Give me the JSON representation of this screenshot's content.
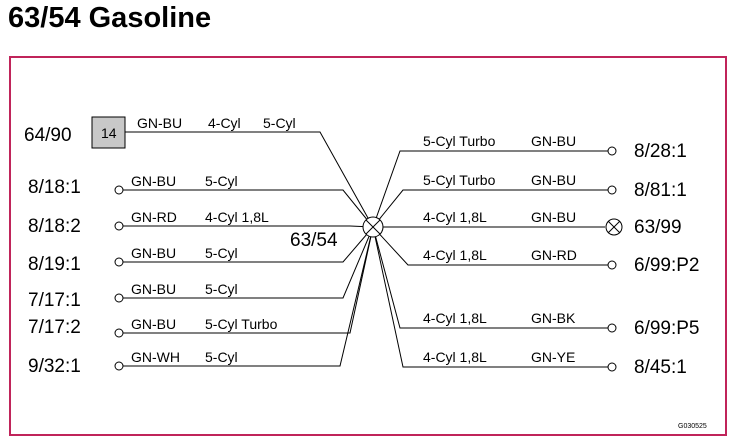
{
  "title": "63/54 Gasoline",
  "colors": {
    "frame": "#c0245a",
    "connector_fill": "#c8c8c8",
    "line": "#000000"
  },
  "splice": {
    "label": "63/54"
  },
  "connector": {
    "terminal": "64/90",
    "pin": "14",
    "wire": [
      "GN-BU",
      "4-Cyl",
      "5-Cyl"
    ]
  },
  "left_wires": [
    {
      "terminal": "8/18:1",
      "wire": [
        "GN-BU",
        "5-Cyl"
      ]
    },
    {
      "terminal": "8/18:2",
      "wire": [
        "GN-RD",
        "4-Cyl 1,8L"
      ]
    },
    {
      "terminal": "8/19:1",
      "wire": [
        "GN-BU",
        "5-Cyl"
      ]
    },
    {
      "terminal": "7/17:1",
      "wire": [
        "GN-BU",
        "5-Cyl"
      ]
    },
    {
      "terminal": "7/17:2",
      "wire": [
        "GN-BU",
        "5-Cyl Turbo"
      ]
    },
    {
      "terminal": "9/32:1",
      "wire": [
        "GN-WH",
        "5-Cyl"
      ]
    }
  ],
  "right_wires": [
    {
      "terminal": "8/28:1",
      "wire": [
        "5-Cyl Turbo",
        "GN-BU"
      ],
      "end": "circle"
    },
    {
      "terminal": "8/81:1",
      "wire": [
        "5-Cyl Turbo",
        "GN-BU"
      ],
      "end": "circle"
    },
    {
      "terminal": "63/99",
      "wire": [
        "4-Cyl 1,8L",
        "GN-BU"
      ],
      "end": "lamp-icon"
    },
    {
      "terminal": "6/99:P2",
      "wire": [
        "4-Cyl 1,8L",
        "GN-RD"
      ],
      "end": "circle"
    },
    {
      "terminal": "6/99:P5",
      "wire": [
        "4-Cyl 1,8L",
        "GN-BK"
      ],
      "end": "circle"
    },
    {
      "terminal": "8/45:1",
      "wire": [
        "4-Cyl 1,8L",
        "GN-YE"
      ],
      "end": "circle"
    }
  ],
  "figure_code": "G030525"
}
